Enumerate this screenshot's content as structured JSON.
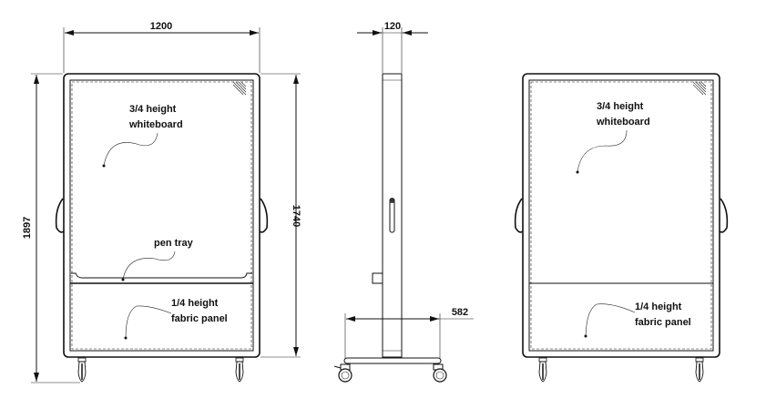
{
  "front_view": {
    "width_dim": "1200",
    "overall_height_dim": "1897",
    "board_height_dim": "1740",
    "whiteboard_label_line1": "3/4 height",
    "whiteboard_label_line2": "whiteboard",
    "pen_tray_label": "pen tray",
    "fabric_label_line1": "1/4 height",
    "fabric_label_line2": "fabric panel"
  },
  "side_view": {
    "depth_dim": "120",
    "base_dim": "582"
  },
  "back_view": {
    "whiteboard_label_line1": "3/4 height",
    "whiteboard_label_line2": "whiteboard",
    "fabric_label_line1": "1/4 height",
    "fabric_label_line2": "fabric panel"
  }
}
